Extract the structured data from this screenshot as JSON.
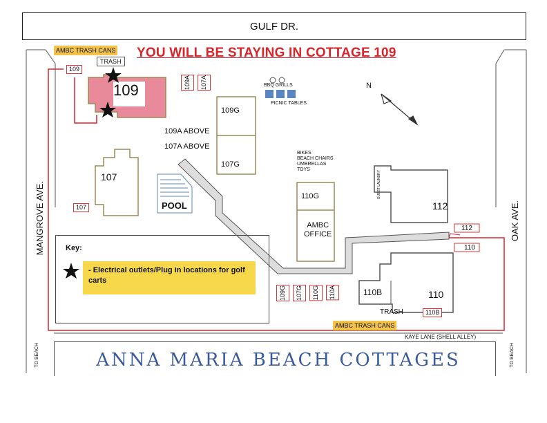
{
  "streets": {
    "top": "GULF DR.",
    "left": "MANGROVE AVE.",
    "right": "OAK AVE.",
    "bottom_alley": "KAYE LANE (SHELL ALLEY)",
    "to_beach_left": "TO BEACH",
    "to_beach_right": "TO BEACH"
  },
  "title": "YOU WILL BE STAYING IN COTTAGE 109",
  "labels": {
    "trash_cans_top": "AMBC TRASH CANS",
    "trash_cans_bottom": "AMBC TRASH CANS",
    "trash_top": "TRASH",
    "trash_bottom": "TRASH",
    "bbq": "BBQ GRILLS",
    "picnic": "PICNIC TABLES",
    "bikes": "BIKES",
    "beach_chairs": "BEACH CHAIRS",
    "umbrellas": "UMBRELLAS",
    "toys": "TOYS",
    "pool": "POOL",
    "office_1": "AMBC",
    "office_2": "OFFICE",
    "above_109a": "109A ABOVE",
    "above_107a": "107A ABOVE",
    "north": "N",
    "guest_laundry": "GUEST LAUNDRY"
  },
  "buildings": {
    "b109": "109",
    "b107": "107",
    "b109g": "109G",
    "b107g": "107G",
    "b110g": "110G",
    "b112": "112",
    "b110": "110",
    "b110b": "110B"
  },
  "parking_tags": {
    "p109": "109",
    "p107": "107",
    "p109a": "109A",
    "p107a": "107A",
    "p112": "112",
    "p110": "110",
    "p110b": "110B",
    "p109g": "109G",
    "p107g": "107G",
    "p110g": "110G",
    "p110a": "110A"
  },
  "key": {
    "heading": "Key:",
    "item": "- Electrical outlets/Plug in locations for golf carts"
  },
  "banner": "ANNA MARIA BEACH COTTAGES",
  "colors": {
    "title_red": "#d9242a",
    "route_red": "#d9242a",
    "highlight_pink": "#e88a9a",
    "tag_yellow": "#f2c24a",
    "key_yellow": "#f6d84a",
    "pool_blue": "#5b86c4",
    "banner_blue": "#3a5a9a",
    "building_olive": "#9a8a55"
  }
}
